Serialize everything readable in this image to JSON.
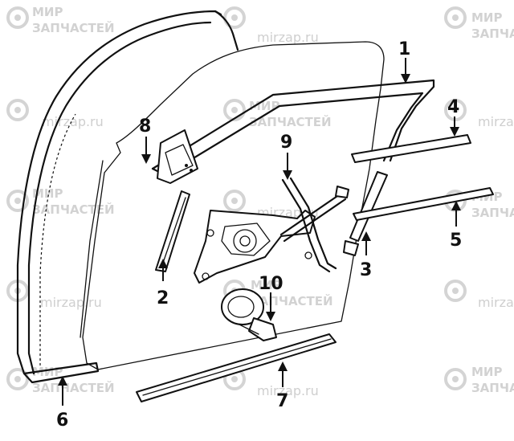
{
  "watermark": {
    "brand_line1": "МИР",
    "brand_line2": "ЗАПЧАСТЕЙ",
    "site": "mirzap.ru",
    "color": "#cfcfcf"
  },
  "callouts": [
    {
      "id": "1",
      "label": "1"
    },
    {
      "id": "2",
      "label": "2"
    },
    {
      "id": "3",
      "label": "3"
    },
    {
      "id": "4",
      "label": "4"
    },
    {
      "id": "5",
      "label": "5"
    },
    {
      "id": "6",
      "label": "6"
    },
    {
      "id": "7",
      "label": "7"
    },
    {
      "id": "8",
      "label": "8"
    },
    {
      "id": "9",
      "label": "9"
    },
    {
      "id": "10",
      "label": "10"
    }
  ],
  "line_color": "#111111"
}
